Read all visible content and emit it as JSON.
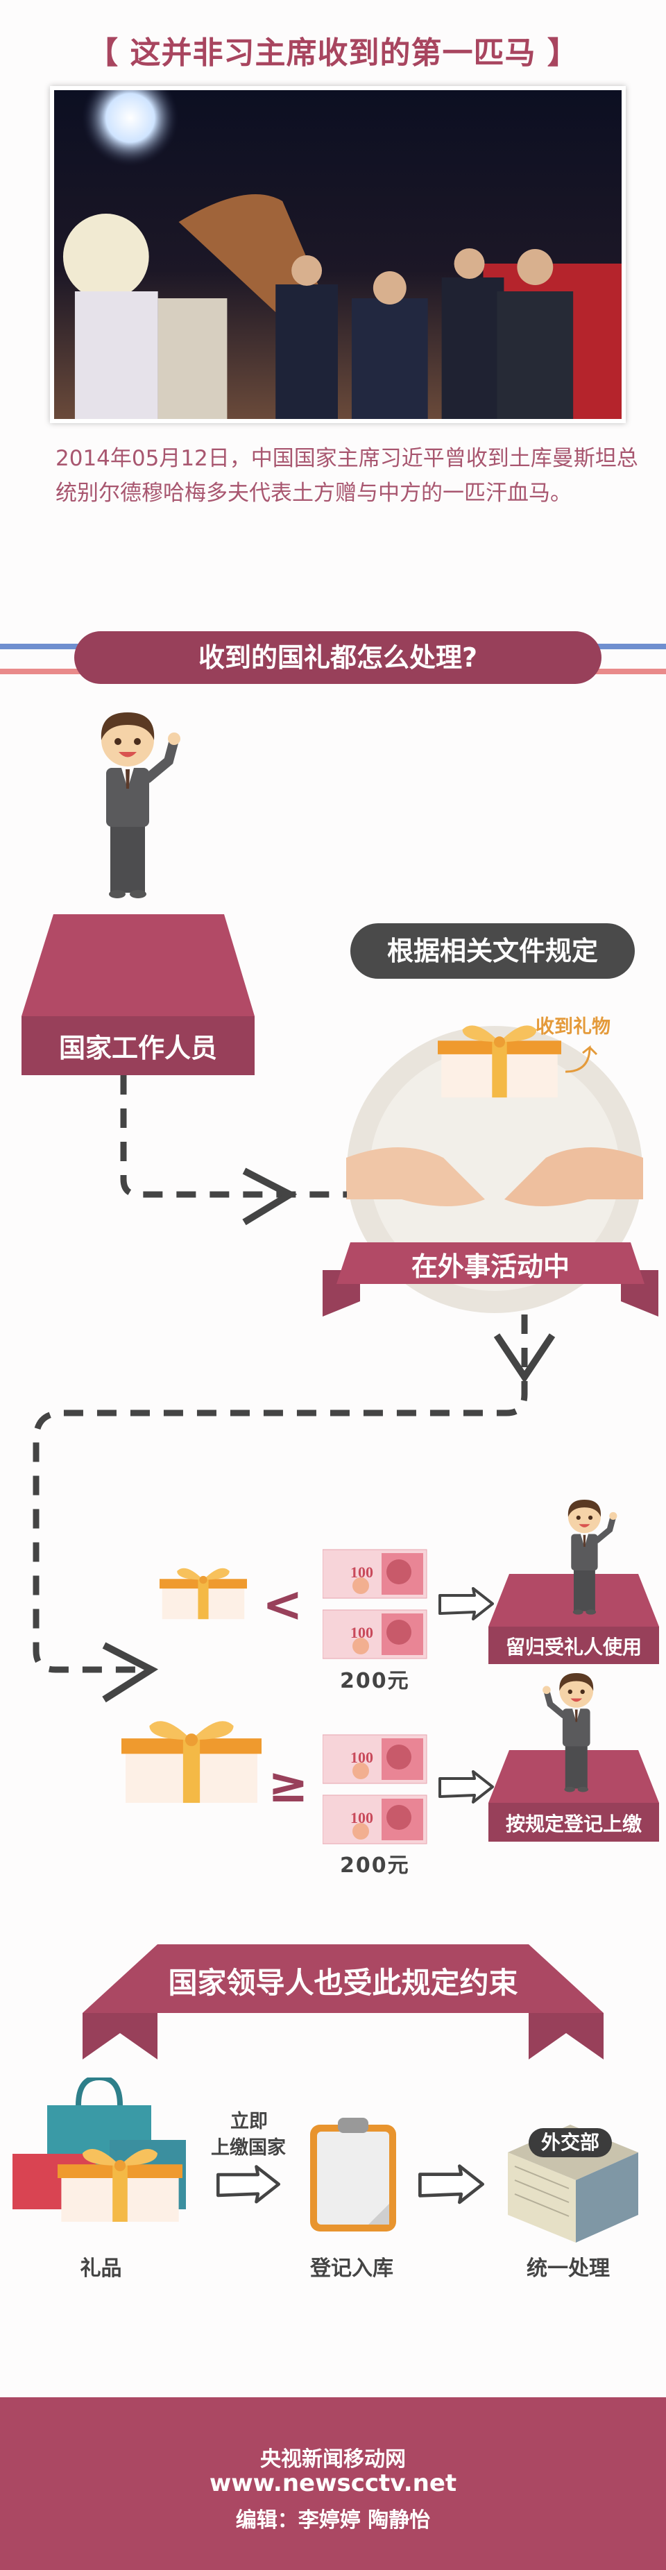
{
  "header": {
    "title": "【 这并非习主席收到的第一匹马 】"
  },
  "photo": {
    "caption": "2014年05月12日，中国国家主席习近平曾收到土库曼斯坦总统别尔德穆哈梅多夫代表土方赠与中方的一匹汗血马。"
  },
  "section1": {
    "banner": "收到的国礼都怎么处理?",
    "staff_label": "国家工作人员",
    "rule_pill": "根据相关文件规定",
    "received_label": "收到礼物",
    "activity_label": "在外事活动中",
    "less_symbol": "<",
    "geq_symbol": "≥",
    "amount_1": "200元",
    "amount_2": "200元",
    "outcome_keep": "留归受礼人使用",
    "outcome_submit": "按规定登记上缴"
  },
  "section2": {
    "banner": "国家领导人也受此规定约束",
    "step_gifts": "礼品",
    "arrow_label_1": "立即",
    "arrow_label_2": "上缴国家",
    "step_register": "登记入库",
    "ministry_badge": "外交部",
    "step_process": "统一处理"
  },
  "footer": {
    "source": "央视新闻移动网",
    "url": "www.newscctv.net",
    "editors": "编辑：李婷婷 陶静怡"
  },
  "colors": {
    "maroon": "#ab4863",
    "dark": "#4a4a4a",
    "gold": "#f2b449"
  }
}
